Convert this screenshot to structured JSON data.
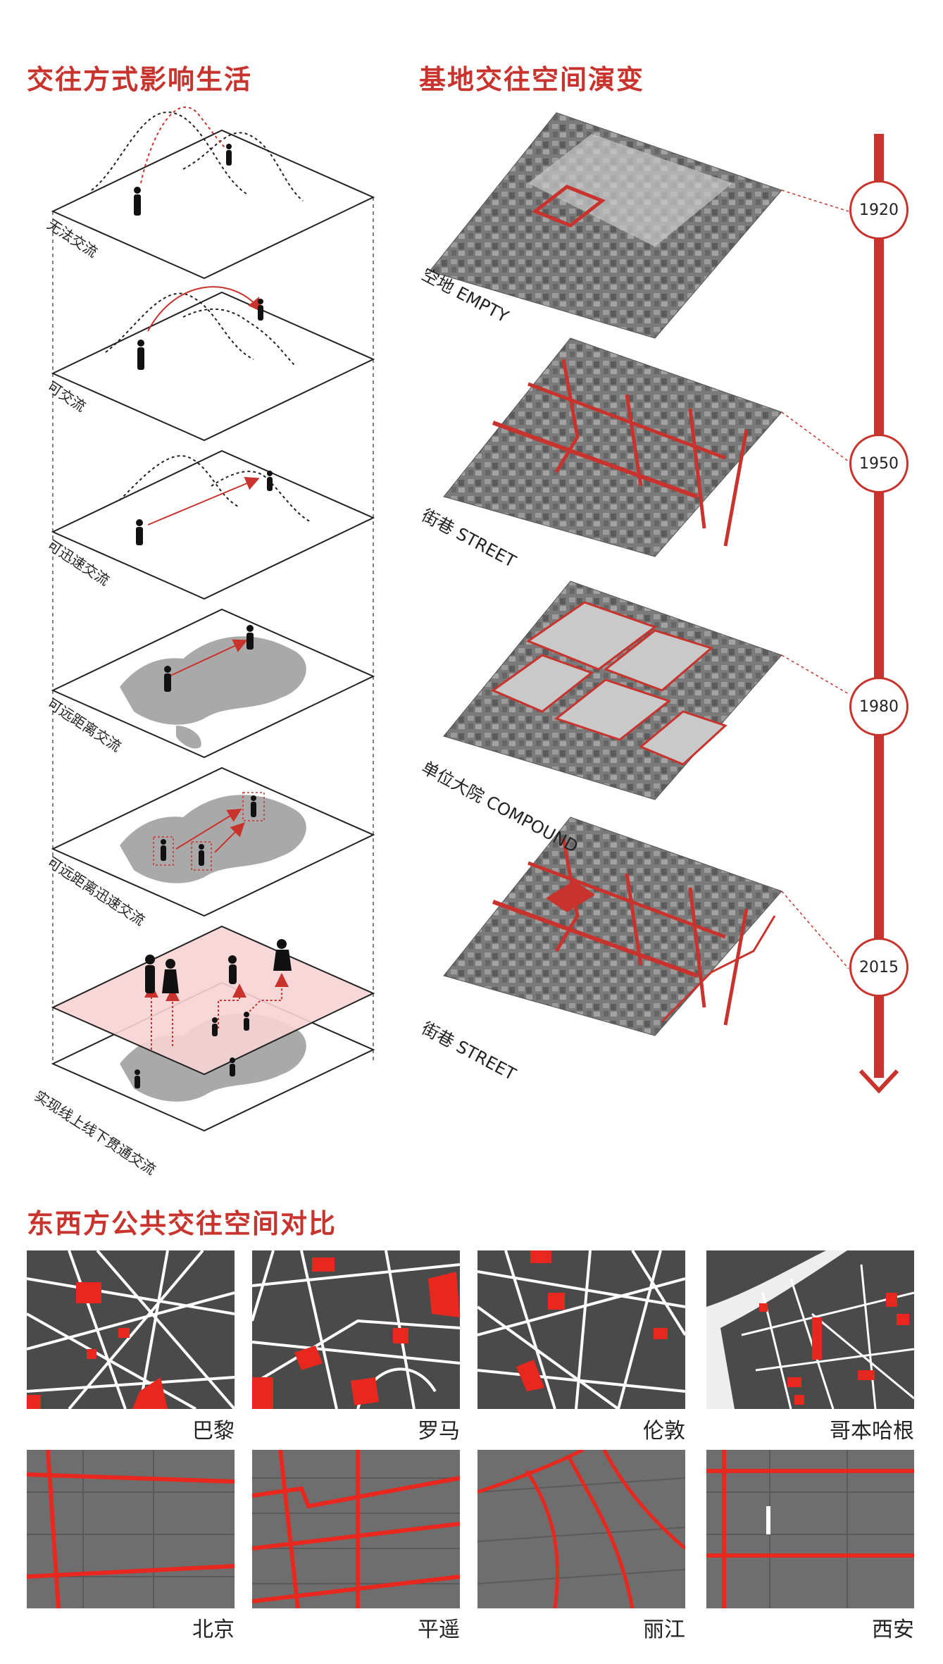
{
  "headings": {
    "communication": "交往方式影响生活",
    "evolution": "基地交往空间演变",
    "comparison": "东西方公共交往空间对比"
  },
  "layers": [
    {
      "label": "无法交流"
    },
    {
      "label": "可交流"
    },
    {
      "label": "可迅速交流"
    },
    {
      "label": "可远距离交流"
    },
    {
      "label": "可远距离迅速交流"
    },
    {
      "label": "实现线上线下贯通交流"
    }
  ],
  "sites": [
    {
      "label": "空地  EMPTY",
      "year": "1920"
    },
    {
      "label": "街巷  STREET",
      "year": "1950"
    },
    {
      "label": "单位大院  COMPOUND",
      "year": "1980"
    },
    {
      "label": "街巷  STREET",
      "year": "2015"
    }
  ],
  "west_cities": [
    {
      "name": "巴黎"
    },
    {
      "name": "罗马"
    },
    {
      "name": "伦敦"
    },
    {
      "name": "哥本哈根"
    }
  ],
  "east_cities": [
    {
      "name": "北京"
    },
    {
      "name": "平遥"
    },
    {
      "name": "丽江"
    },
    {
      "name": "西安"
    }
  ],
  "colors": {
    "accent": "#c8342d",
    "map_dark": "#4a4a4a",
    "aerial_gray": "#7a7a7a",
    "pink_plane": "#f6d3d3"
  }
}
